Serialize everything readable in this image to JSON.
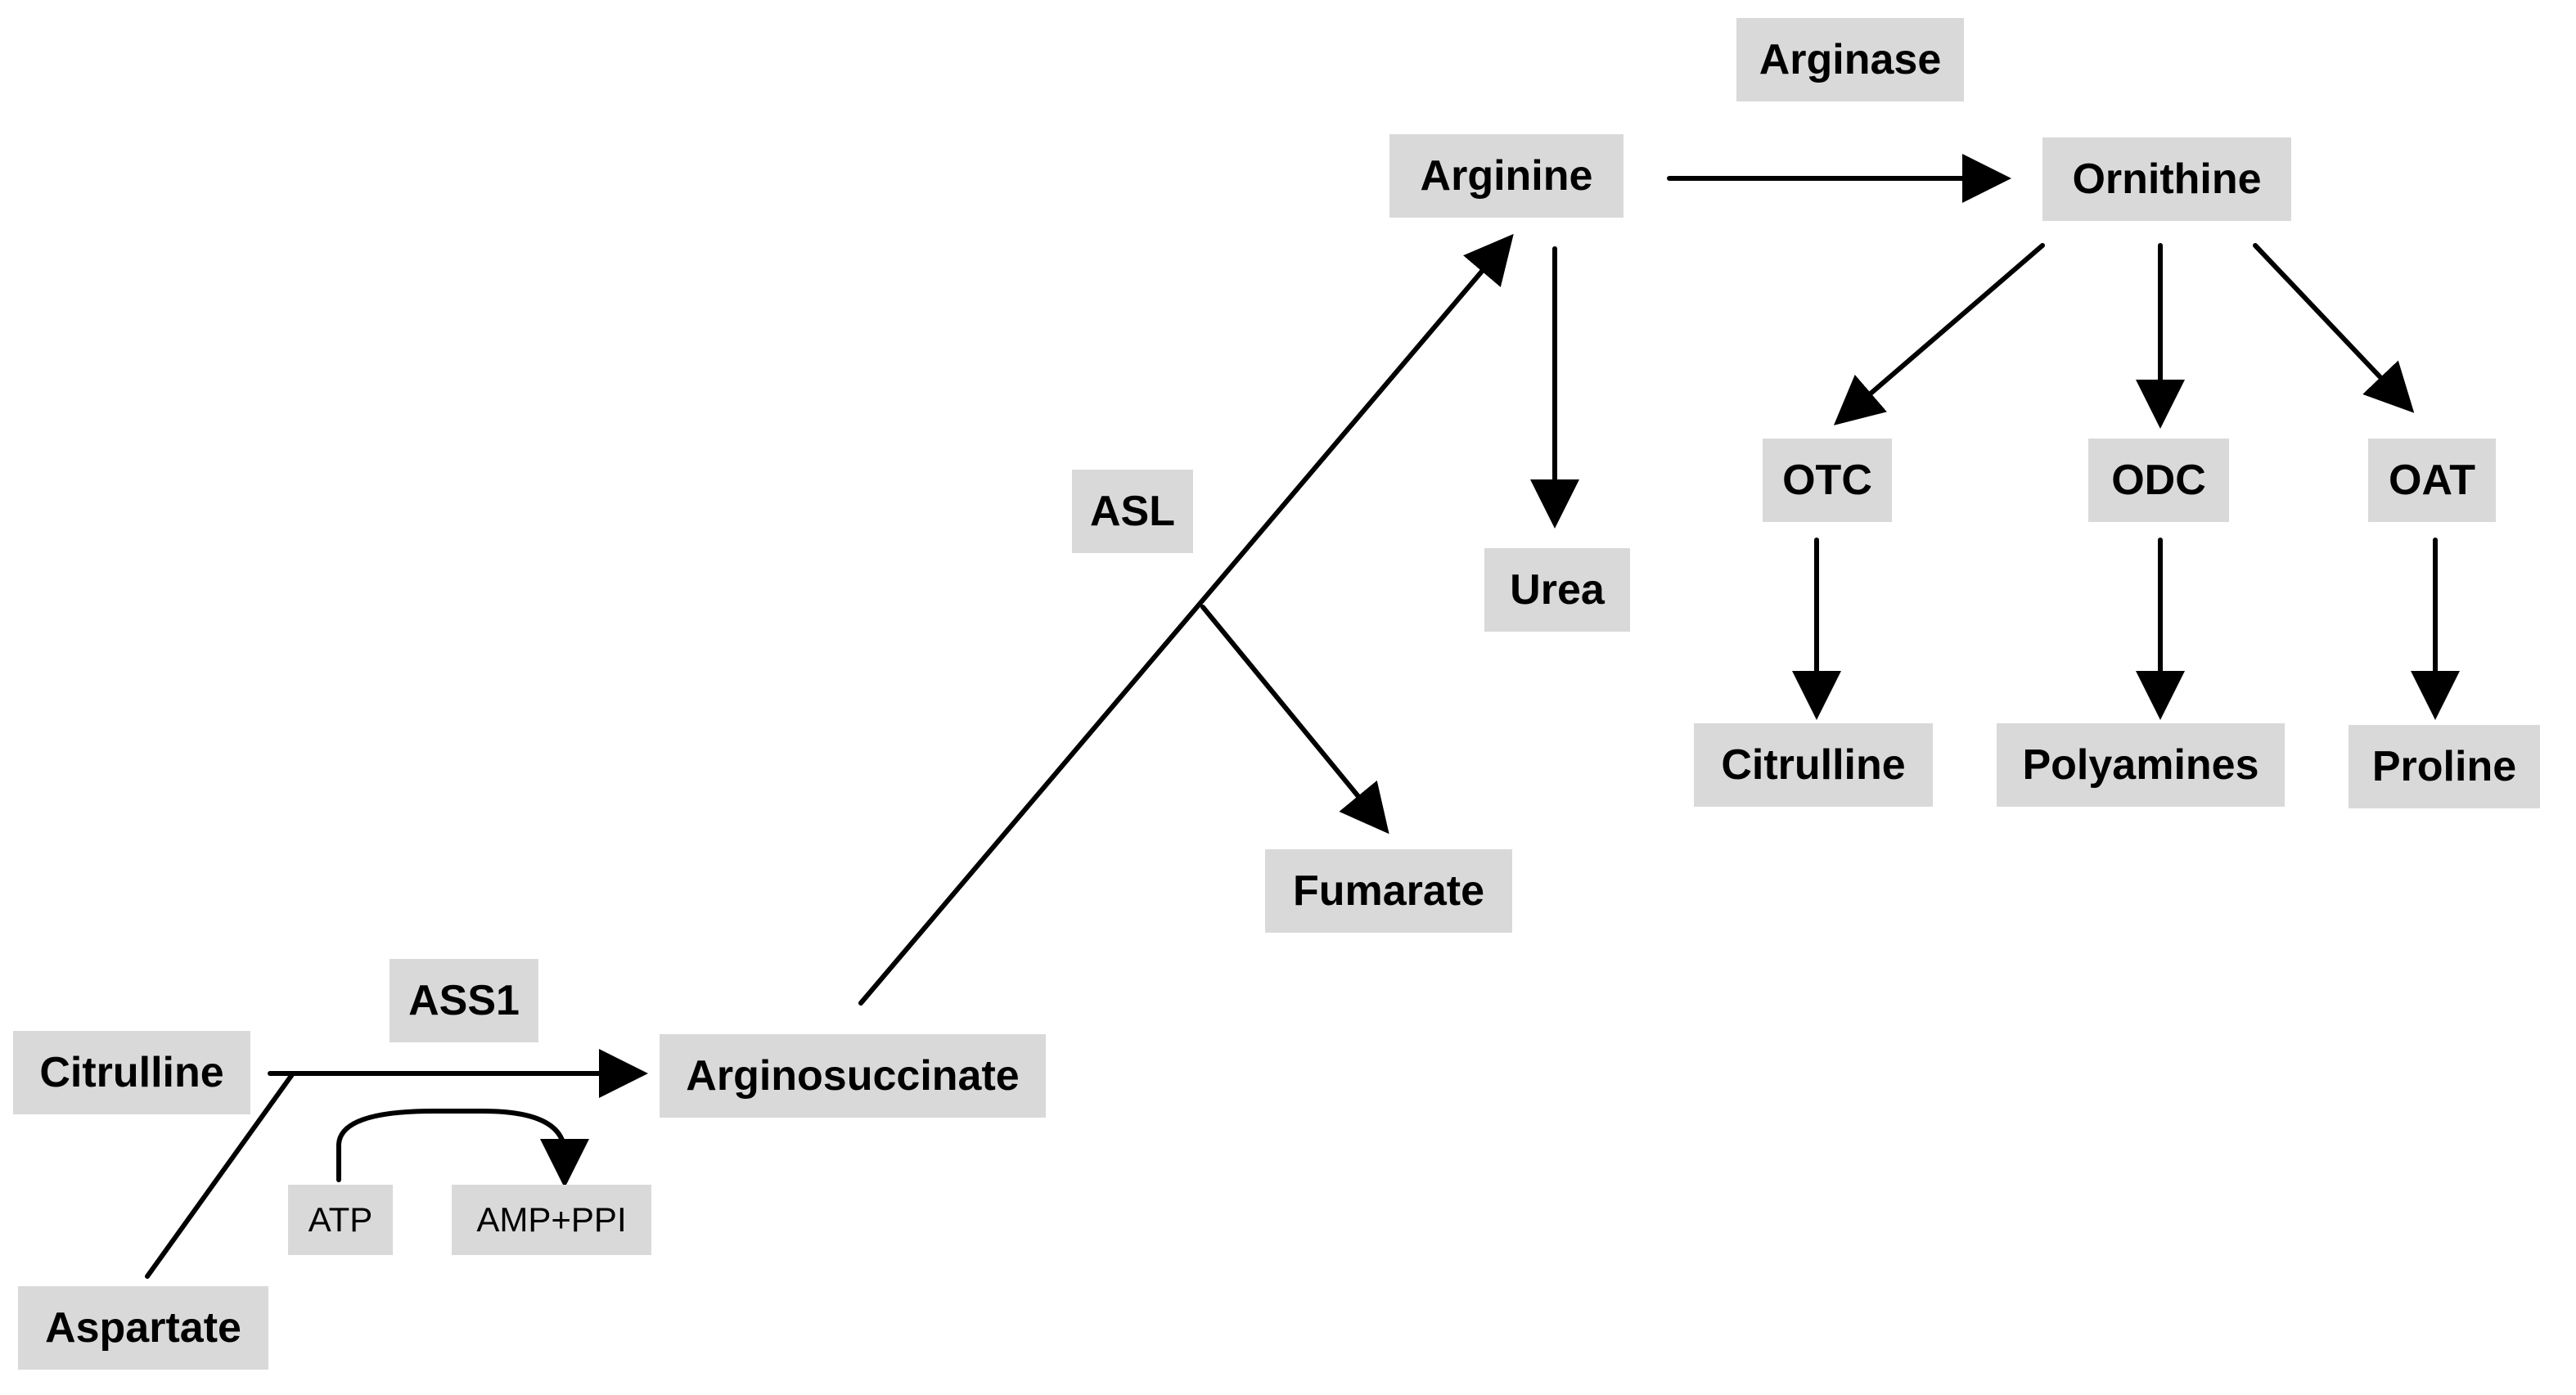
{
  "colors": {
    "box_fill": "#d9d9d9",
    "text": "#000000",
    "line": "#000000",
    "background": "#ffffff"
  },
  "nodes": {
    "citrulline_left": "Citrulline",
    "aspartate": "Aspartate",
    "ass1": "ASS1",
    "atp": "ATP",
    "amp_ppi": "AMP+PPI",
    "argininosuccinate": "Arginosuccinate",
    "asl": "ASL",
    "fumarate": "Fumarate",
    "arginine": "Arginine",
    "urea": "Urea",
    "arginase": "Arginase",
    "ornithine": "Ornithine",
    "otc": "OTC",
    "odc": "ODC",
    "oat": "OAT",
    "citrulline_right": "Citrulline",
    "polyamines": "Polyamines",
    "proline": "Proline"
  }
}
